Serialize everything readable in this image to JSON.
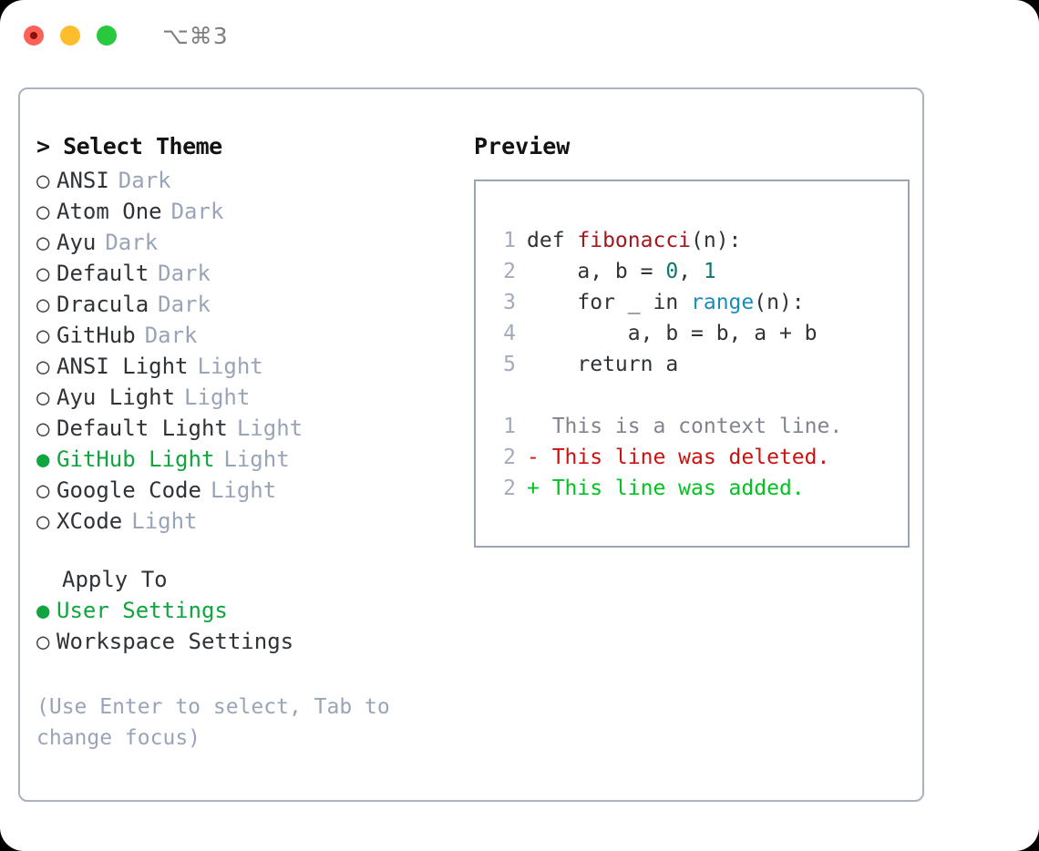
{
  "titlebar": {
    "shortcut": "⌥⌘3",
    "buttons": {
      "close": "close",
      "minimize": "minimize",
      "maximize": "maximize"
    }
  },
  "theme_picker": {
    "heading": "> Select Theme",
    "bullet_unselected": "○",
    "bullet_selected": "●",
    "items": [
      {
        "label": "ANSI",
        "badge": "Dark",
        "selected": false
      },
      {
        "label": "Atom One",
        "badge": "Dark",
        "selected": false
      },
      {
        "label": "Ayu",
        "badge": "Dark",
        "selected": false
      },
      {
        "label": "Default",
        "badge": "Dark",
        "selected": false
      },
      {
        "label": "Dracula",
        "badge": "Dark",
        "selected": false
      },
      {
        "label": "GitHub",
        "badge": "Dark",
        "selected": false
      },
      {
        "label": "ANSI Light",
        "badge": "Light",
        "selected": false
      },
      {
        "label": "Ayu Light",
        "badge": "Light",
        "selected": false
      },
      {
        "label": "Default Light",
        "badge": "Light",
        "selected": false
      },
      {
        "label": "GitHub Light",
        "badge": "Light",
        "selected": true
      },
      {
        "label": "Google Code",
        "badge": "Light",
        "selected": false
      },
      {
        "label": "XCode",
        "badge": "Light",
        "selected": false
      }
    ]
  },
  "apply_to": {
    "heading": "Apply To",
    "items": [
      {
        "label": "User Settings",
        "selected": true
      },
      {
        "label": "Workspace Settings",
        "selected": false
      }
    ]
  },
  "hint": "(Use Enter to select, Tab to change focus)",
  "preview": {
    "heading": "Preview",
    "code_lines": [
      {
        "no": "1",
        "segments": [
          {
            "t": "def ",
            "c": "plain"
          },
          {
            "t": "fibonacci",
            "c": "fn"
          },
          {
            "t": "(n):",
            "c": "plain"
          }
        ]
      },
      {
        "no": "2",
        "segments": [
          {
            "t": "    a, b = ",
            "c": "plain"
          },
          {
            "t": "0",
            "c": "num"
          },
          {
            "t": ", ",
            "c": "plain"
          },
          {
            "t": "1",
            "c": "num"
          }
        ]
      },
      {
        "no": "3",
        "segments": [
          {
            "t": "    for _ in ",
            "c": "plain"
          },
          {
            "t": "range",
            "c": "builtin"
          },
          {
            "t": "(n):",
            "c": "plain"
          }
        ]
      },
      {
        "no": "4",
        "segments": [
          {
            "t": "        a, b = b, a + b",
            "c": "plain"
          }
        ]
      },
      {
        "no": "5",
        "segments": [
          {
            "t": "    return a",
            "c": "plain"
          }
        ]
      }
    ],
    "diff_lines": [
      {
        "no": "1",
        "segments": [
          {
            "t": "  This is a context line.",
            "c": "ctx"
          }
        ]
      },
      {
        "no": "2",
        "segments": [
          {
            "t": "- This line was deleted.",
            "c": "del"
          }
        ]
      },
      {
        "no": "2",
        "segments": [
          {
            "t": "+ This line was added.",
            "c": "add"
          }
        ]
      }
    ]
  },
  "colors": {
    "selected_green": "#10a53e",
    "badge_gray": "#9aa4b8",
    "hint_gray": "#9aa4b8",
    "lineno_gray": "#a3abbb",
    "function_red": "#a6161d",
    "number_teal": "#0f766b",
    "builtin_blue": "#1a8cb8",
    "diff_context": "#80858d",
    "diff_deleted": "#cc1111",
    "diff_added": "#00c321",
    "dialog_border": "#aab2c0",
    "code_border": "#9aa4b4",
    "traffic_red": "#ff6058",
    "traffic_yellow": "#ffbd2e",
    "traffic_green": "#28c93f"
  }
}
